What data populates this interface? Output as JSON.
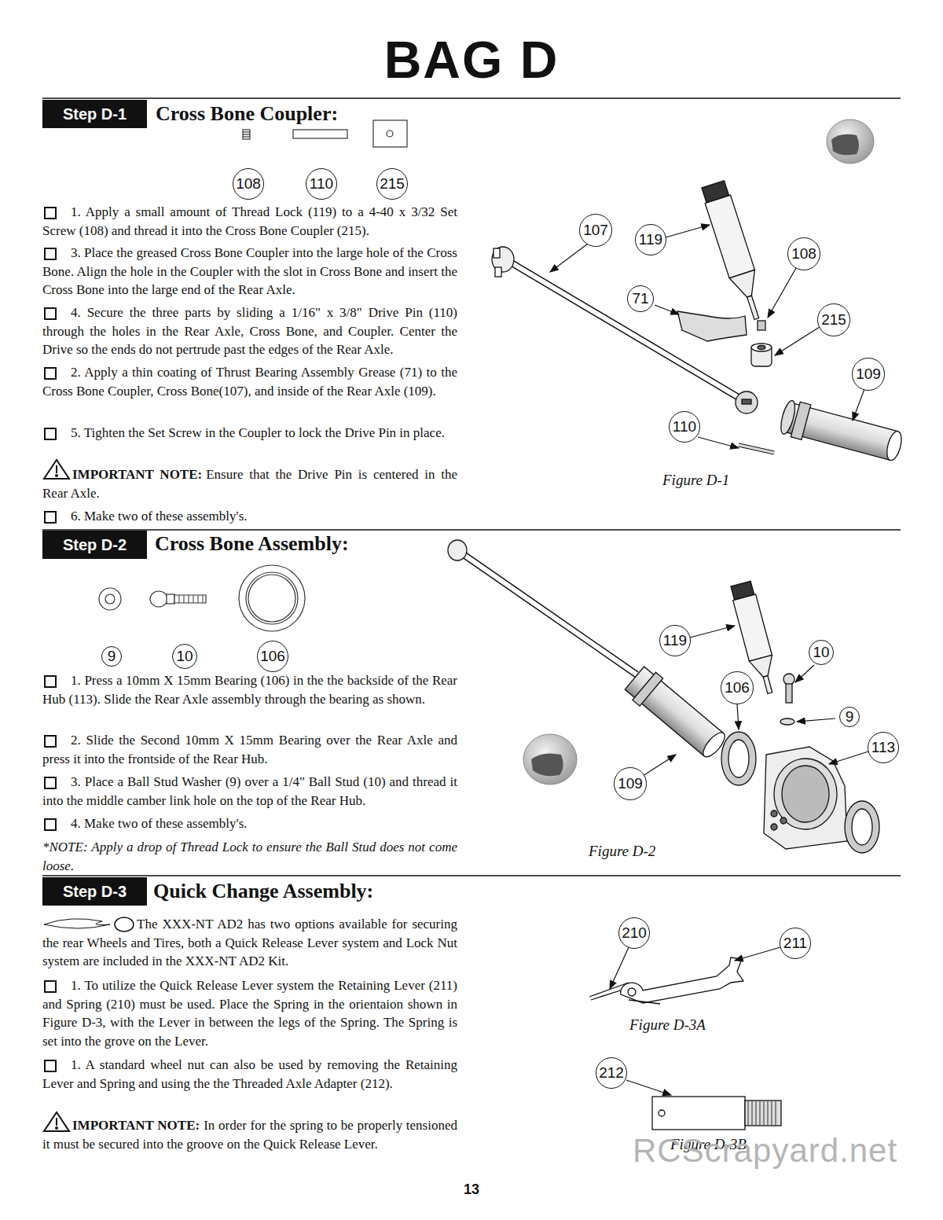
{
  "diagram": {
    "title": "BAG D",
    "nodes": [
      {
        "text": [
          "Step D-1"
        ]
      },
      {
        "text": [
          "108"
        ]
      },
      {
        "text": [
          "110"
        ]
      },
      {
        "text": [
          "215"
        ]
      },
      {
        "text": [
          "107"
        ]
      },
      {
        "text": [
          "119"
        ]
      },
      {
        "text": [
          "108"
        ]
      },
      {
        "text": [
          "71"
        ]
      },
      {
        "text": [
          "215"
        ]
      },
      {
        "text": [
          "109"
        ]
      },
      {
        "text": [
          "110"
        ]
      },
      {
        "text": [
          "Step D-2"
        ]
      },
      {
        "text": [
          "9"
        ]
      },
      {
        "text": [
          "10"
        ]
      },
      {
        "text": [
          "106"
        ]
      },
      {
        "text": [
          "119"
        ]
      },
      {
        "text": [
          "10"
        ]
      },
      {
        "text": [
          "106"
        ]
      },
      {
        "text": [
          "9"
        ]
      },
      {
        "text": [
          "113"
        ]
      },
      {
        "text": [
          "109"
        ]
      },
      {
        "text": [
          "Step D-3"
        ]
      },
      {
        "text": [
          "210"
        ]
      },
      {
        "text": [
          "211"
        ]
      },
      {
        "text": [
          "212"
        ]
      }
    ],
    "labels": [
      "Cross Bone Coupler:",
      "1. Apply a small amount of Thread Lock (119) to a 4-40 x 3/32 Set Screw (108) and thread it into the Cross Bone Coupler (215).",
      "3. Place the greased Cross Bone Coupler into the large hole of the Cross Bone. Align the hole in the Coupler with the slot in Cross Bone and insert the Cross Bone into the large end of the Rear Axle.",
      "4. Secure the three parts by sliding a 1/16\" x 3/8\" Drive Pin (110) through the holes in the Rear Axle, Cross Bone, and Coupler. Center the Drive so the ends do not pertrude past the edges of the Rear Axle.",
      "2. Apply a thin coating of Thrust Bearing Assembly Grease (71) to the Cross Bone Coupler, Cross Bone(107), and inside of the Rear Axle (109).",
      "5. Tighten the Set Screw in the Coupler to lock the Drive Pin in place.",
      "IMPORTANT NOTE:",
      "Ensure that the Drive Pin is centered in the Rear Axle.",
      "6. Make two of these assembly's.",
      "Figure D-1",
      "Cross Bone Assembly:",
      "1. Press a 10mm X 15mm Bearing (106) in the the backside of the Rear Hub (113). Slide the Rear Axle assembly through the bearing as shown.",
      "2. Slide the Second 10mm X 15mm Bearing over the Rear Axle and press it into the frontside of the Rear Hub.",
      "3. Place a Ball Stud Washer (9) over a 1/4\" Ball Stud (10) and thread it into the middle camber link hole on the top of the Rear Hub.",
      "4. Make two of these assembly's.",
      "*NOTE: Apply a drop of Thread Lock to ensure the Ball Stud does not come loose.",
      "Figure D-2",
      "Quick Change Assembly:",
      "The XXX-NT AD2 has two options available for securing the rear Wheels and Tires, both a Quick Release Lever system and Lock Nut system are included in the XXX-NT AD2 Kit.",
      "1. To utilize the Quick Release Lever system the Retaining Lever (211) and Spring (210) must be used. Place the Spring in the orientaion shown in Figure D-3, with the Lever in between the legs of the Spring. The Spring is set into the grove on the Lever.",
      "1. A standard wheel nut can also be used by removing the Retaining Lever and Spring and using the the Threaded Axle Adapter (212).",
      "IMPORTANT NOTE:",
      "In order for the spring to be properly tensioned it must be secured into the groove on the Quick Release Lever.",
      "Figure D-3A",
      "Figure D-3B",
      "13",
      "RCScrapyard.net"
    ]
  }
}
